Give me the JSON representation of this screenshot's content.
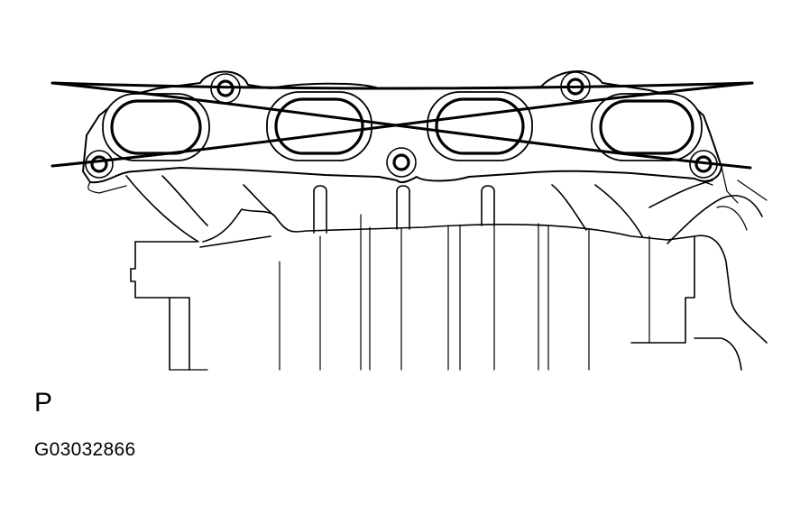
{
  "figure": {
    "view_marker": "P",
    "figure_code": "G03032866"
  },
  "illustration": {
    "subject": "intake-manifest-gasket",
    "ports": 4,
    "bolt_holes": 5,
    "crossed_out": true,
    "line_color": "#000000",
    "background_color": "#ffffff"
  }
}
